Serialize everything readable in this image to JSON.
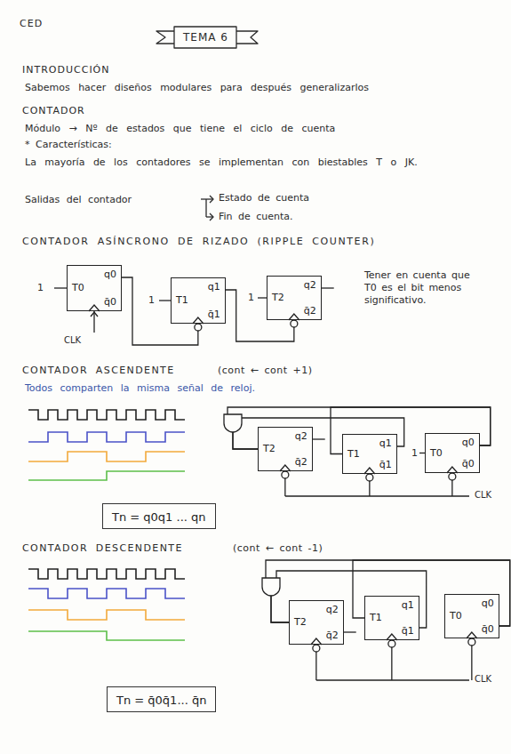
{
  "diagram": {
    "title": "TEMA 6",
    "nodes": [
      {
        "text": [
          "T0",
          "q0",
          "q̄0"
        ]
      },
      {
        "text": [
          "T1",
          "q1",
          "q̄1"
        ]
      },
      {
        "text": [
          "T2",
          "q2",
          "q̄2"
        ]
      },
      {
        "text": [
          "T2",
          "q2",
          "q̄2"
        ]
      },
      {
        "text": [
          "T1",
          "q1",
          "q̄1"
        ]
      },
      {
        "text": [
          "T0",
          "q0",
          "q̄0"
        ]
      },
      {
        "text": [
          "Tn = q0q1 ... qn"
        ]
      },
      {
        "text": [
          "T2",
          "q2",
          "q̄2"
        ]
      },
      {
        "text": [
          "T1",
          "q1",
          "q̄1"
        ]
      },
      {
        "text": [
          "T0",
          "q0",
          "q̄0"
        ]
      },
      {
        "text": [
          "Tn = q̄0q̄1... q̄n"
        ]
      }
    ],
    "edges": [
      {
        "from": 0,
        "to": 1,
        "arrow": "none"
      },
      {
        "from": 1,
        "to": 2,
        "arrow": "none"
      },
      {
        "from": 5,
        "to": 4,
        "arrow": "none"
      },
      {
        "from": 5,
        "to": 3,
        "arrow": "none"
      },
      {
        "from": 4,
        "to": 3,
        "arrow": "none"
      },
      {
        "from": 9,
        "to": 8,
        "arrow": "none"
      },
      {
        "from": 9,
        "to": 7,
        "arrow": "none"
      },
      {
        "from": 8,
        "to": 7,
        "arrow": "none"
      }
    ],
    "labels": [
      "CED",
      "INTRODUCCIÓN",
      "Sabemos hacer diseños modulares para después generalizarlos",
      "CONTADOR",
      "Módulo → Nº de estados que tiene el ciclo de cuenta",
      "* Características:",
      "La mayoría de los contadores se implementan con biestables T o JK.",
      "Salidas del contador",
      "Estado de cuenta",
      "Fin de cuenta.",
      "CONTADOR ASÍNCRONO DE RIZADO (RIPPLE COUNTER)",
      "1",
      "1",
      "1",
      "CLK",
      "Tener en cuenta que T0 es el bit menos significativo.",
      "CONTADOR ASCENDENTE",
      "(cont ← cont +1)",
      "Todos comparten la misma señal de reloj.",
      "1",
      "CLK",
      "CONTADOR DESCENDENTE",
      "(cont ← cont -1)",
      "CLK"
    ]
  }
}
